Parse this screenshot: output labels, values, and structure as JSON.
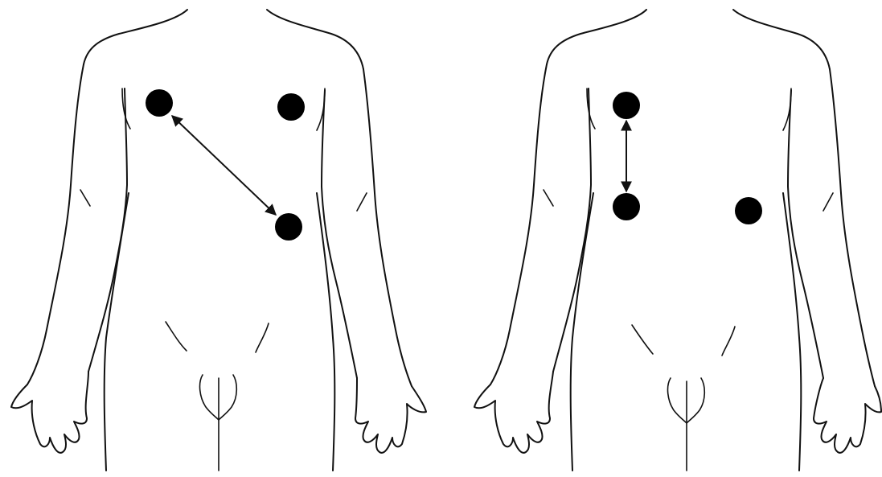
{
  "figures": [
    {
      "view": "left",
      "electrodes": [
        {
          "name": "right-upper-chest"
        },
        {
          "name": "left-upper-chest"
        },
        {
          "name": "left-lower-ribcage"
        }
      ],
      "arrow": {
        "from": "right-upper-chest",
        "to": "left-lower-ribcage",
        "double_headed": true
      }
    },
    {
      "view": "right",
      "electrodes": [
        {
          "name": "upper-parasternal"
        },
        {
          "name": "lower-parasternal"
        },
        {
          "name": "lateral-lower"
        }
      ],
      "arrow": {
        "from": "upper-parasternal",
        "to": "lower-parasternal",
        "double_headed": true
      }
    }
  ],
  "colors": {
    "background": "#ffffff",
    "outline": "#111111",
    "electrode": "#000000"
  }
}
